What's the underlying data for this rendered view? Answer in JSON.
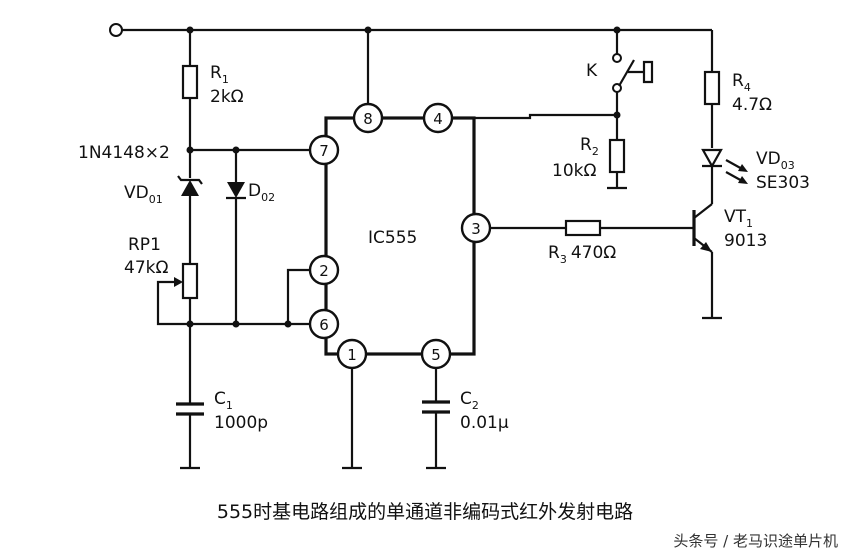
{
  "labels": {
    "r1_name": "R",
    "r1_sub": "1",
    "r1_value": "2kΩ",
    "diode_part": "1N4148×2",
    "vd01_name": "VD",
    "vd01_sub": "01",
    "d02_name": "D",
    "d02_sub": "02",
    "rp1_name": "RP1",
    "rp1_value": "47kΩ",
    "c1_name": "C",
    "c1_sub": "1",
    "c1_value": "1000p",
    "ic_name": "IC555",
    "c2_name": "C",
    "c2_sub": "2",
    "c2_value": "0.01μ",
    "k_name": "K",
    "r2_name": "R",
    "r2_sub": "2",
    "r2_value": "10kΩ",
    "r3_name": "R",
    "r3_sub": "3",
    "r3_value": "470Ω",
    "r4_name": "R",
    "r4_sub": "4",
    "r4_value": "4.7Ω",
    "vd03_name": "VD",
    "vd03_sub": "03",
    "vd03_value": "SE303",
    "vt1_name": "VT",
    "vt1_sub": "1",
    "vt1_value": "9013"
  },
  "pins": [
    "1",
    "2",
    "3",
    "4",
    "5",
    "6",
    "7",
    "8"
  ],
  "caption": "555时基电路组成的单通道非编码式红外发射电路",
  "watermark": "头条号 / 老马识途单片机"
}
